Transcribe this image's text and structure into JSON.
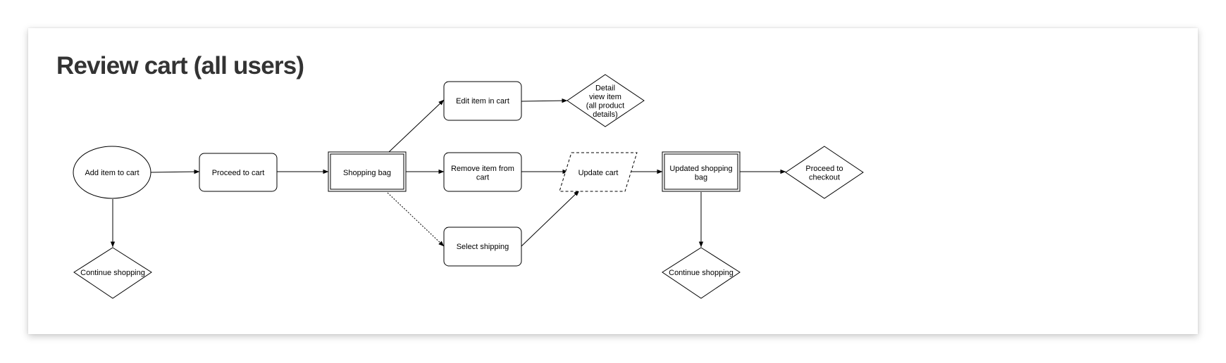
{
  "title": "Review cart (all users)",
  "nodes": {
    "add_item": [
      "Add item to cart"
    ],
    "proceed_cart": [
      "Proceed to cart"
    ],
    "continue_left": [
      "Continue shopping"
    ],
    "shopping_bag": [
      "Shopping bag"
    ],
    "edit_item": [
      "Edit item in cart"
    ],
    "remove_item": [
      "Remove item from",
      "cart"
    ],
    "select_shipping": [
      "Select shipping"
    ],
    "detail_view": [
      "Detail",
      "view item",
      "(all product",
      "details)"
    ],
    "update_cart": [
      "Update cart"
    ],
    "updated_bag": [
      "Updated shopping",
      "bag"
    ],
    "proceed_checkout": [
      "Proceed to",
      "checkout"
    ],
    "continue_right": [
      "Continue shopping"
    ]
  }
}
